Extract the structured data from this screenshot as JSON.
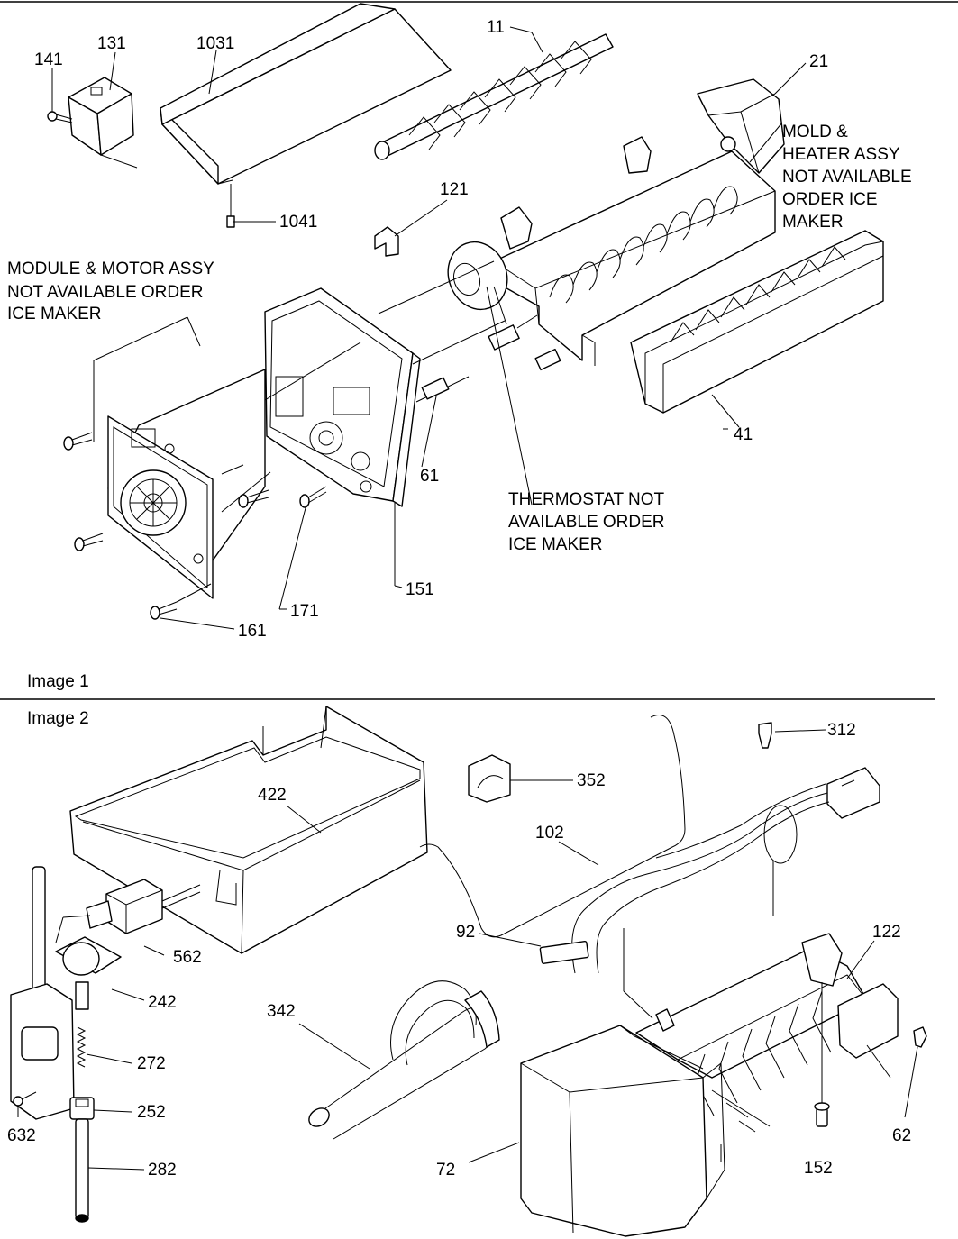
{
  "images": [
    {
      "caption": "Image 1",
      "callouts": [
        "141",
        "131",
        "1031",
        "11",
        "21",
        "1041",
        "121",
        "41",
        "61",
        "151",
        "171",
        "161"
      ],
      "notes": [
        [
          "MODULE & MOTOR ASSY",
          "NOT AVAILABLE ORDER",
          "ICE MAKER"
        ],
        [
          "MOLD &",
          "HEATER ASSY",
          "NOT AVAILABLE",
          "ORDER ICE",
          "MAKER"
        ],
        [
          "THERMOSTAT NOT",
          "AVAILABLE ORDER",
          "ICE MAKER"
        ]
      ]
    },
    {
      "caption": "Image 2",
      "callouts": [
        "312",
        "352",
        "422",
        "102",
        "562",
        "92",
        "122",
        "242",
        "342",
        "272",
        "252",
        "632",
        "62",
        "152",
        "282",
        "72"
      ]
    }
  ]
}
